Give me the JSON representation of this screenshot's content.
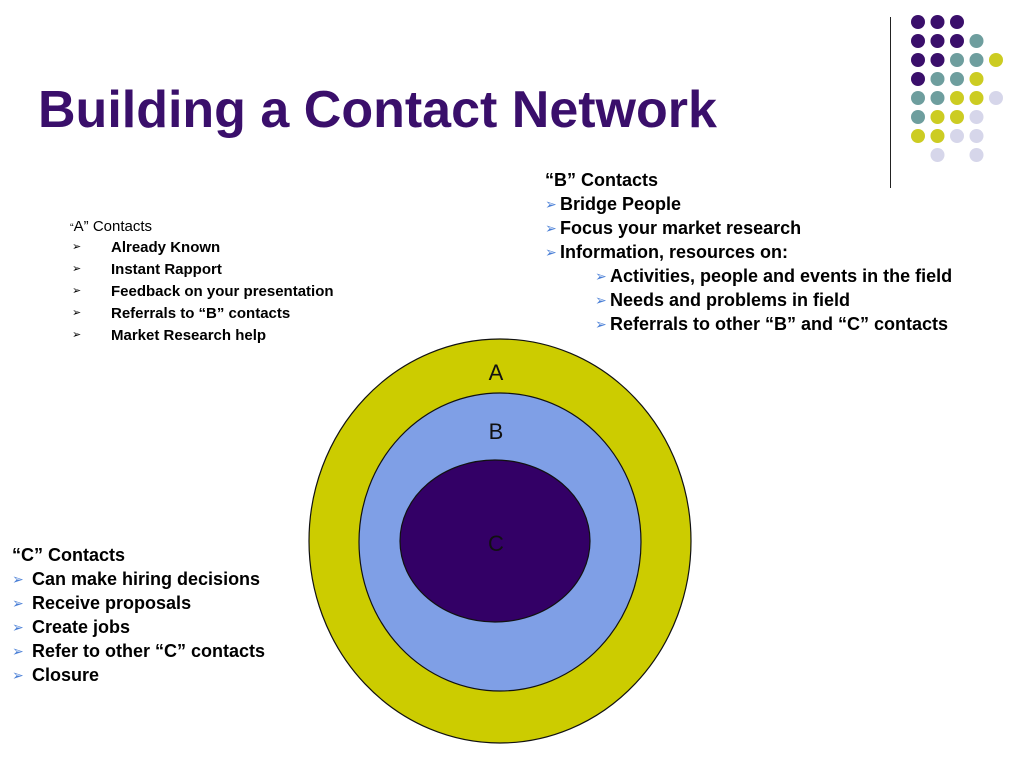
{
  "title": "Building a Contact Network",
  "colors": {
    "title": "#3a0f6b",
    "ring_a": "#cccc00",
    "ring_b": "#7f9fe6",
    "ring_c": "#330066",
    "bullet": "#4a7fd6",
    "dot_purple": "#3a0f6b",
    "dot_teal": "#6e9e9e",
    "dot_yellow": "#cccc22",
    "dot_lavender": "#d6d6ea"
  },
  "a_contacts": {
    "open_quote": "“",
    "heading": "A” Contacts",
    "items": [
      "Already Known",
      "Instant Rapport",
      "Feedback on your presentation",
      "Referrals to “B” contacts",
      "Market Research help"
    ]
  },
  "b_contacts": {
    "heading": "“B” Contacts",
    "items": [
      "Bridge People",
      "Focus your market research",
      "Information, resources on:"
    ],
    "sub_items": [
      "Activities, people and events in the field",
      "Needs and problems in field",
      "Referrals to other “B” and “C” contacts"
    ]
  },
  "c_contacts": {
    "heading": "“C” Contacts",
    "items": [
      "Can make hiring decisions",
      "Receive proposals",
      "Create jobs",
      "Refer to other “C” contacts",
      "Closure"
    ]
  },
  "rings": {
    "a": "A",
    "b": "B",
    "c": "C"
  },
  "bullet_glyph": "➢"
}
